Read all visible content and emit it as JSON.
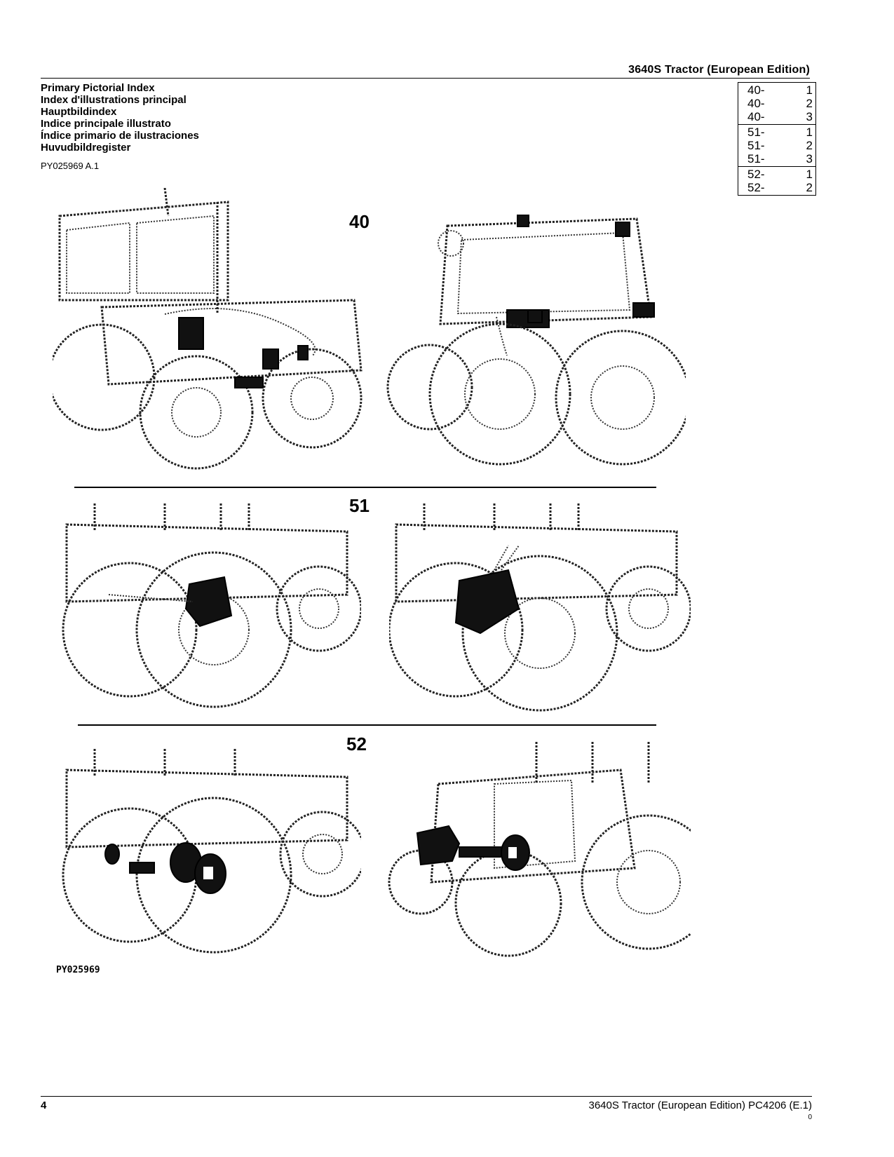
{
  "header": {
    "title": "3640S Tractor (European Edition)"
  },
  "titles": [
    "Primary Pictorial Index",
    "Index d'illustrations principal",
    "Hauptbildindex",
    "Indice principale illustrato",
    "Índice primario de ilustraciones",
    "Huvudbildregister"
  ],
  "reference": "PY025969 A.1",
  "index_groups": [
    [
      {
        "code": "40-",
        "num": "1"
      },
      {
        "code": "40-",
        "num": "2"
      },
      {
        "code": "40-",
        "num": "3"
      }
    ],
    [
      {
        "code": "51-",
        "num": "1"
      },
      {
        "code": "51-",
        "num": "2"
      },
      {
        "code": "51-",
        "num": "3"
      }
    ],
    [
      {
        "code": "52-",
        "num": "1"
      },
      {
        "code": "52-",
        "num": "2"
      }
    ]
  ],
  "sections": [
    {
      "number": "40"
    },
    {
      "number": "51"
    },
    {
      "number": "52"
    }
  ],
  "figure_label": "PY025969",
  "footer": {
    "page_number": "4",
    "text": "3640S Tractor (European Edition)    PC4206    (E.1)",
    "mark": "0"
  }
}
